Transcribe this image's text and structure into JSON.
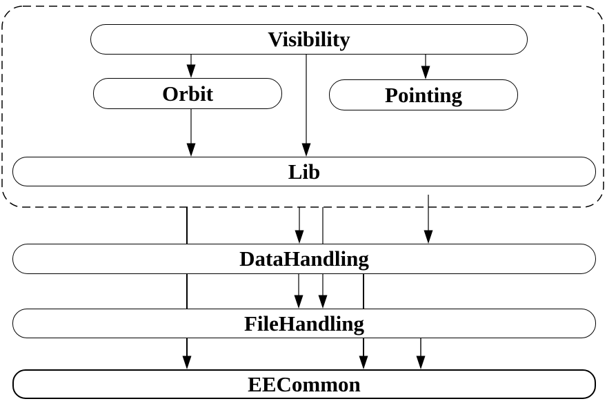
{
  "diagram": {
    "type": "module-dependency-diagram",
    "background_color": "#ffffff",
    "stroke_color": "#000000",
    "node_fill_color": "#ffffff",
    "nodes": {
      "visibility": {
        "label": "Visibility"
      },
      "orbit": {
        "label": "Orbit"
      },
      "pointing": {
        "label": "Pointing"
      },
      "lib": {
        "label": "Lib"
      },
      "datahandling": {
        "label": "DataHandling"
      },
      "filehandling": {
        "label": "FileHandling"
      },
      "eecommon": {
        "label": "EECommon"
      }
    },
    "groups": [
      {
        "id": "dashed-subsystem-boundary",
        "style": "dashed rounded rectangle",
        "contains": [
          "Visibility",
          "Orbit",
          "Pointing",
          "Lib"
        ]
      }
    ],
    "edges": [
      {
        "from": "Visibility",
        "to": "Orbit"
      },
      {
        "from": "Visibility",
        "to": "Pointing"
      },
      {
        "from": "Visibility",
        "to": "Lib"
      },
      {
        "from": "Orbit",
        "to": "Lib"
      },
      {
        "from": "Lib",
        "to": "DataHandling"
      },
      {
        "from": "dashed-subsystem-boundary",
        "to": "DataHandling"
      },
      {
        "from": "dashed-subsystem-boundary",
        "to": "FileHandling"
      },
      {
        "from": "dashed-subsystem-boundary",
        "to": "EECommon"
      },
      {
        "from": "DataHandling",
        "to": "FileHandling"
      },
      {
        "from": "DataHandling",
        "to": "EECommon"
      },
      {
        "from": "FileHandling",
        "to": "EECommon"
      }
    ]
  }
}
